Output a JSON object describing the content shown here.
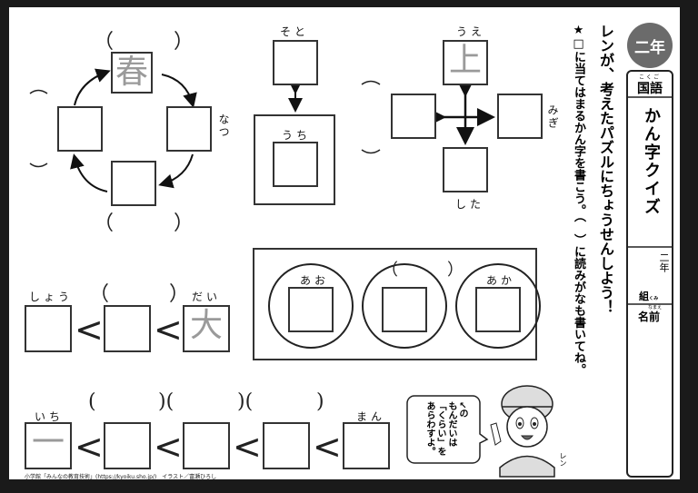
{
  "header": {
    "grade_badge": "二年",
    "subject_ruby": "こくご",
    "subject": "国語",
    "title": "かん字クイズ",
    "class_grade": "二年",
    "class_label": "組",
    "class_ruby": "くみ",
    "name_label": "名前",
    "name_ruby": "なまえ"
  },
  "instructions": {
    "line1": "レンが、考えたパズルにちょうせんしよう！",
    "line2": "★□に当てはまるかん字を書こう。（　）に読みがなも書いてね。"
  },
  "puzzle_seasons": {
    "given": "春",
    "hint_right": "なつ",
    "paren": "（　　　）"
  },
  "puzzle_inout": {
    "top_hint": "そと",
    "inner_hint": "うち"
  },
  "puzzle_directions": {
    "given": "上",
    "top_hint": "うえ",
    "right_hint": "みぎ",
    "bottom_hint": "した"
  },
  "puzzle_size": {
    "left_hint": "しょう",
    "right_hint": "だい",
    "given": "大",
    "compare": "<"
  },
  "puzzle_colors": {
    "left_hint": "あお",
    "right_hint": "あか"
  },
  "puzzle_numbers": {
    "left_hint": "いち",
    "given": "一",
    "right_hint": "まん",
    "compare": "<"
  },
  "character": {
    "speech": [
      "↙の",
      "もんだいは",
      "「くらい」を",
      "あらわすよ。"
    ],
    "name": "レン"
  },
  "footer": {
    "credit": "小学館「みんなの教育技術」(https://kyoiku.sho.jp/)　イラスト／富瀬ひろし"
  }
}
